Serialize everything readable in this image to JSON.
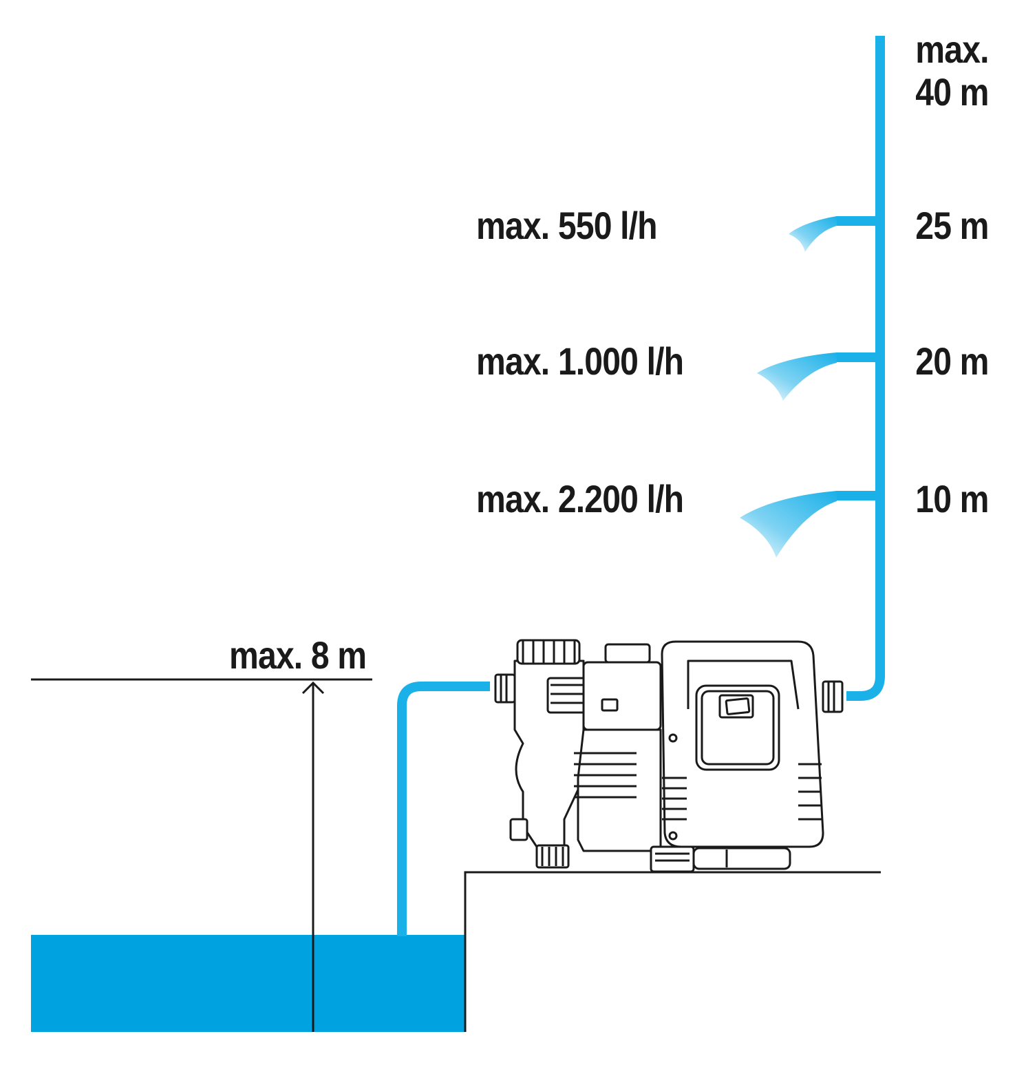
{
  "diagram": {
    "water_color": "#00a3e0",
    "pipe_color": "#1ab0e8",
    "spray_color": "#5cc8f0",
    "line_color": "#1a1a1a",
    "suction_height_label": "max. 8 m",
    "heights": [
      {
        "label": "max.",
        "label2": "40 m"
      },
      {
        "label": "25 m",
        "flow": "max. 550 l/h"
      },
      {
        "label": "20 m",
        "flow": "max. 1.000 l/h"
      },
      {
        "label": "10 m",
        "flow": "max. 2.200 l/h"
      }
    ],
    "icons": [
      "garden-pump-icon",
      "water-reservoir-icon",
      "spray-icon"
    ]
  }
}
